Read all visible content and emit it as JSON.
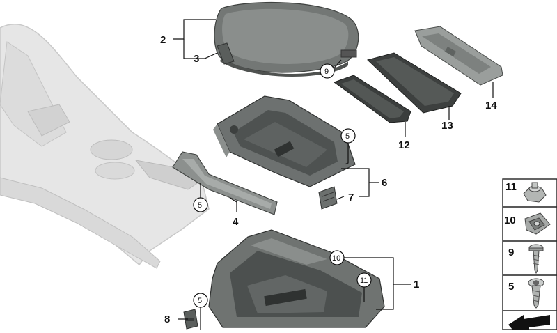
{
  "callouts": {
    "c1": "1",
    "c2": "2",
    "c3": "3",
    "c4": "4",
    "c5a": "5",
    "c5b": "5",
    "c5c": "5",
    "c6": "6",
    "c7": "7",
    "c8": "8",
    "c9": "9",
    "c10": "10",
    "c11": "11",
    "c12": "12",
    "c13": "13",
    "c14": "14"
  },
  "legend": [
    {
      "label": "11",
      "part": "nut-icon"
    },
    {
      "label": "10",
      "part": "clip-nut-icon"
    },
    {
      "label": "9",
      "part": "screw-icon"
    },
    {
      "label": "5",
      "part": "torx-screw-icon"
    }
  ],
  "colors": {
    "console_ghost": "#e4e4e4",
    "part_dark": "#5c605e",
    "part_mid": "#7b7f7d",
    "part_light": "#a9adab",
    "lid": "#6e7270"
  }
}
